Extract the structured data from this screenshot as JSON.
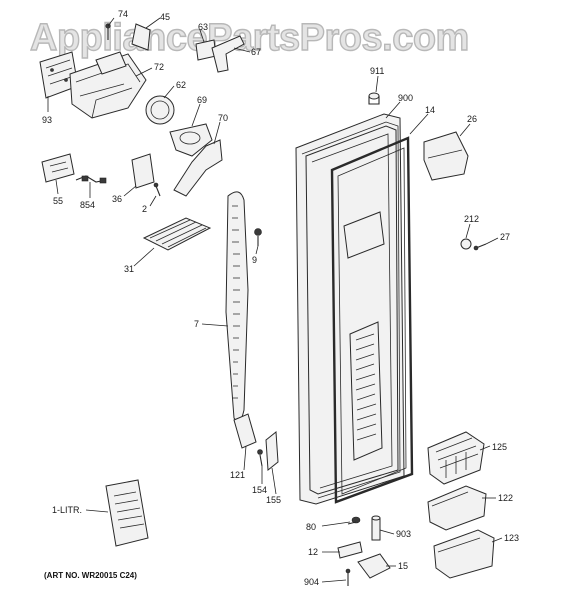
{
  "watermark": "AppliancePartsPros.com",
  "art_number": "(ART NO. WR20015 C24)",
  "callouts": {
    "p74": "74",
    "p45": "45",
    "p63": "63",
    "p67": "67",
    "p72": "72",
    "p62": "62",
    "p93": "93",
    "p69": "69",
    "p70": "70",
    "p911": "911",
    "p900": "900",
    "p14": "14",
    "p26": "26",
    "p55": "55",
    "p854": "854",
    "p36": "36",
    "p2": "2",
    "p212": "212",
    "p27": "27",
    "p31": "31",
    "p9": "9",
    "p7": "7",
    "p125": "125",
    "p121": "121",
    "p154": "154",
    "p155": "155",
    "p1litr": "1-LITR.",
    "p122": "122",
    "p80": "80",
    "p903": "903",
    "p12": "12",
    "p123": "123",
    "p15": "15",
    "p904": "904"
  }
}
